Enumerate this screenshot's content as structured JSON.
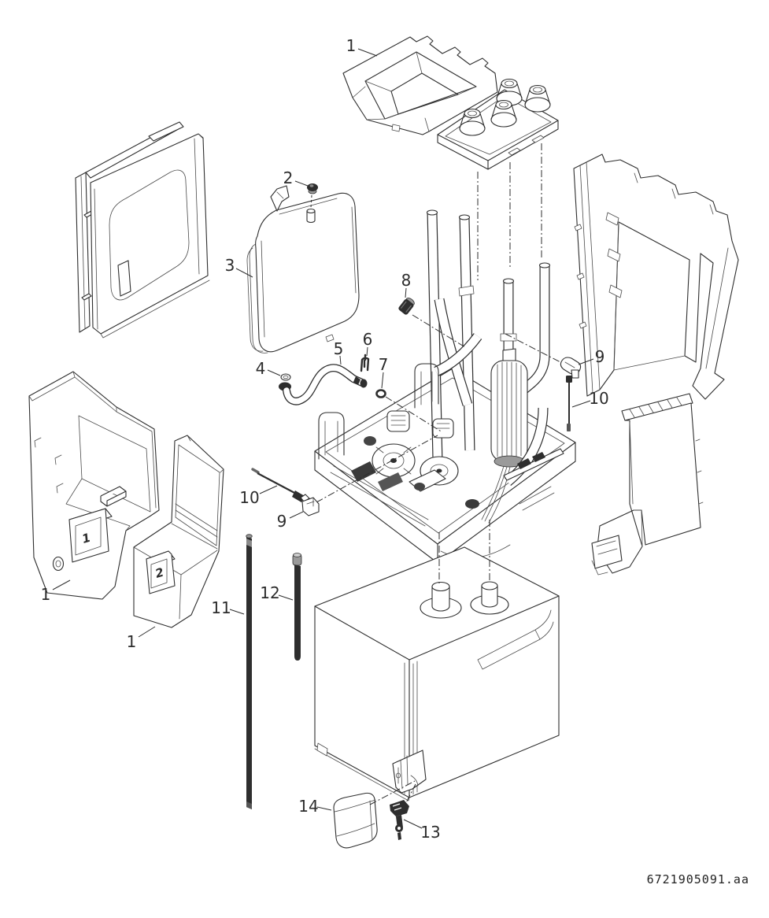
{
  "document": {
    "id_code": "6721905091.aa",
    "background": "#ffffff",
    "line_color": "#2e2e2e",
    "fill_black": "#2e2e2e"
  },
  "callouts": [
    {
      "text": "1",
      "part": "top-cover-tray"
    },
    {
      "text": "2",
      "part": "vessel-valve-cap"
    },
    {
      "text": "3",
      "part": "expansion-vessel"
    },
    {
      "text": "4",
      "part": "hose-washer"
    },
    {
      "text": "5",
      "part": "flexible-hose"
    },
    {
      "text": "6",
      "part": "retaining-clip"
    },
    {
      "text": "7",
      "part": "o-ring"
    },
    {
      "text": "8",
      "part": "plug-sensor"
    },
    {
      "text": "9",
      "part": "sensor-clip-right"
    },
    {
      "text": "10",
      "part": "sensor-wire-right"
    },
    {
      "text": "10",
      "part": "sensor-wire-left"
    },
    {
      "text": "9",
      "part": "sensor-clip-left"
    },
    {
      "text": "1",
      "part": "insulation-shell-left"
    },
    {
      "text": "1",
      "part": "insulation-shell-front"
    },
    {
      "text": "11",
      "part": "long-tube"
    },
    {
      "text": "12",
      "part": "short-tube"
    },
    {
      "text": "14",
      "part": "cover-box"
    },
    {
      "text": "13",
      "part": "drain-key"
    }
  ],
  "molded_marks": [
    {
      "text": "1"
    },
    {
      "text": "2"
    }
  ]
}
